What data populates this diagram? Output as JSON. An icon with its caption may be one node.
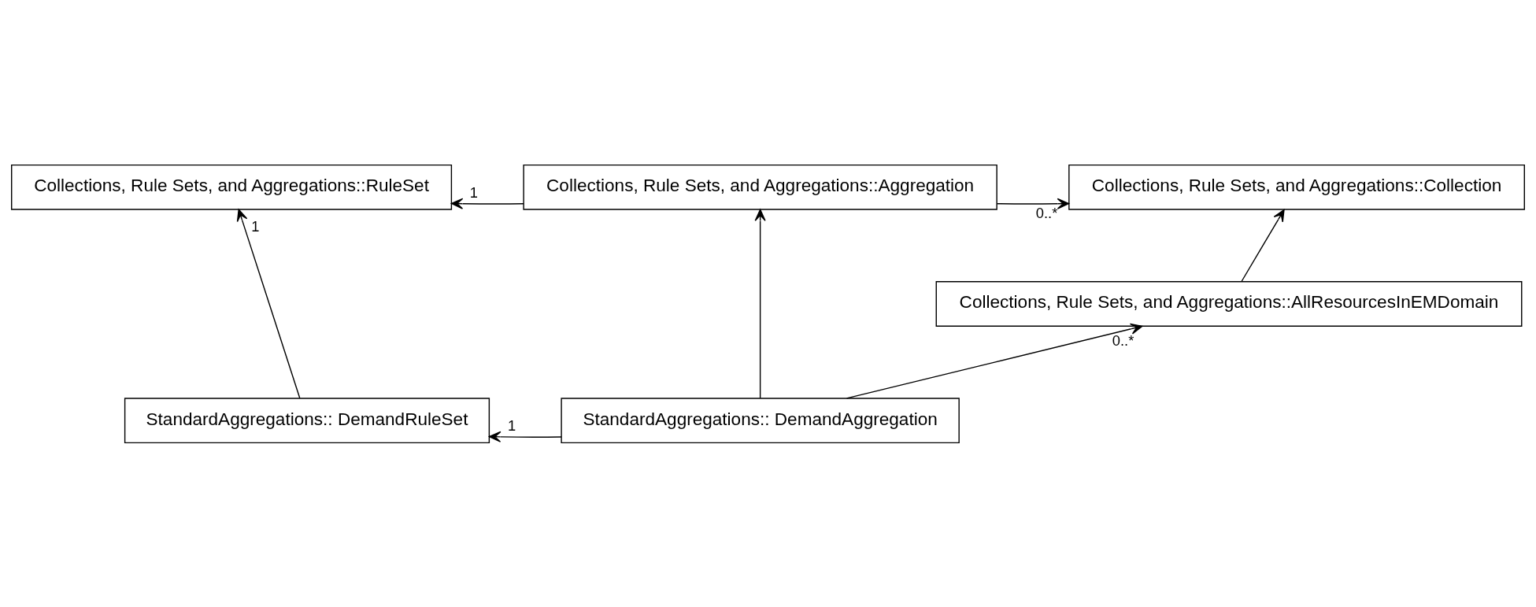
{
  "diagram": {
    "nodes": [
      {
        "text": [
          "Collections, Rule Sets, and Aggregations::RuleSet"
        ]
      },
      {
        "text": [
          "Collections, Rule Sets, and Aggregations::Aggregation"
        ]
      },
      {
        "text": [
          "Collections, Rule Sets, and Aggregations::Collection"
        ]
      },
      {
        "text": [
          "Collections, Rule Sets, and Aggregations::AllResourcesInEMDomain"
        ]
      },
      {
        "text": [
          "StandardAggregations:: DemandRuleSet"
        ]
      },
      {
        "text": [
          "StandardAggregations:: DemandAggregation"
        ]
      }
    ],
    "edges": [
      {
        "from": 1,
        "to": 0,
        "arrow": "to",
        "label": "1"
      },
      {
        "from": 1,
        "to": 2,
        "arrow": "to",
        "label": "0..*"
      },
      {
        "from": 4,
        "to": 0,
        "arrow": "to",
        "label": "1"
      },
      {
        "from": 5,
        "to": 1,
        "arrow": "to"
      },
      {
        "from": 3,
        "to": 2,
        "arrow": "to"
      },
      {
        "from": 5,
        "to": 4,
        "arrow": "to",
        "label": "1"
      },
      {
        "from": 5,
        "to": 3,
        "arrow": "to",
        "label": "0..*"
      }
    ]
  }
}
